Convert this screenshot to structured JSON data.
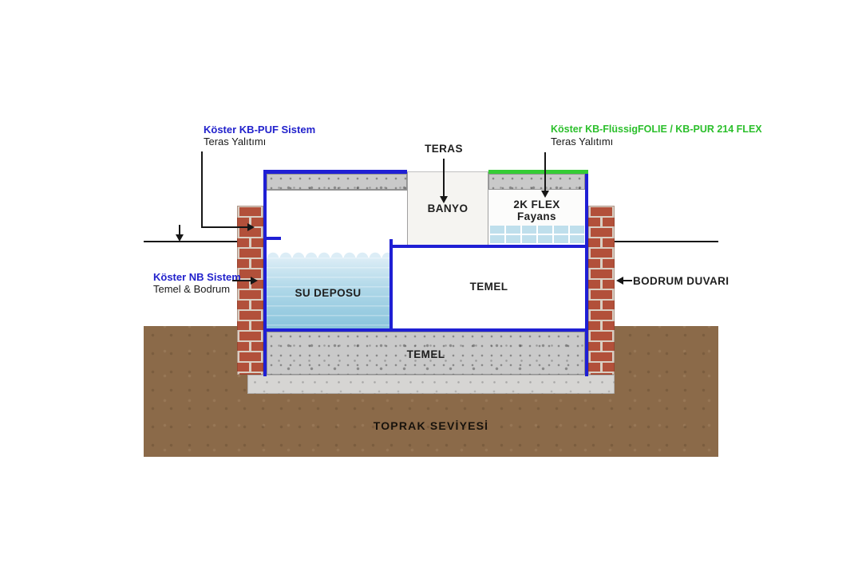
{
  "diagram": {
    "callouts": {
      "kb_puf": {
        "title": "Köster KB-PUF Sistem",
        "subtitle": "Teras Yalıtımı"
      },
      "teras": {
        "label": "TERAS"
      },
      "kb_fluessigfolie": {
        "title": "Köster KB-FlüssigFOLIE / KB-PUR 214 FLEX",
        "subtitle": "Teras Yalıtımı"
      },
      "nb_sistem": {
        "title": "Köster NB Sistem",
        "subtitle": "Temel & Bodrum"
      },
      "bodrum_duvari": {
        "label": "BODRUM DUVARI"
      }
    },
    "regions": {
      "banyo": "BANYO",
      "flex_line1": "2K FLEX",
      "flex_line2": "Fayans",
      "su_deposu": "SU DEPOSU",
      "temel_box": "TEMEL",
      "temel_slab": "TEMEL",
      "toprak_seviyesi": "TOPRAK SEVİYESİ"
    },
    "colors": {
      "membrane_blue": "#1f1fd4",
      "membrane_green": "#35cc35",
      "label_blue": "#2222cc",
      "label_green": "#2bbf2b",
      "brick_red": "#b2503a",
      "mortar": "#d9cec2",
      "soil_brown": "#8b6a49",
      "concrete": "#c9c9c9",
      "concrete_light": "#d6d5d3",
      "water_light": "#dcedf6",
      "water_deep": "#8ac4dc",
      "tile_blue": "#bfdfec"
    }
  }
}
